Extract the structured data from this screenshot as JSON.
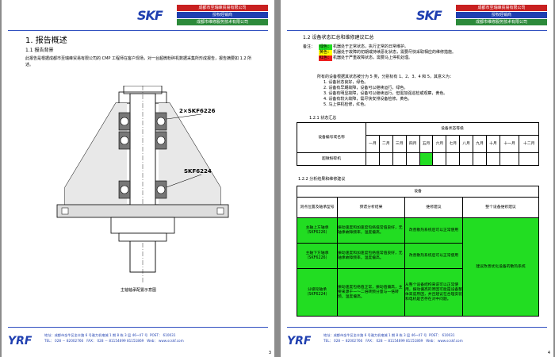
{
  "header": {
    "logo": "SKF",
    "line1": "成都市至瑞峰贸易有限公司",
    "line2": "授权经销商",
    "line3": "成都市维修服务技术有限公司"
  },
  "left": {
    "heading": "1.   报告概述",
    "subheading": "1.1  报告背景",
    "paragraph": "此报告是根据成都市至瑞峰贸易有限公司的 CMP 工程师在客户现场，对一台超微粉碎机数据采集所形成报告，报告摘要如 1.2 所述。",
    "label_top": "2×SKF6226",
    "label_bottom": "SKF6224",
    "caption": "主轴轴承配置示意图",
    "page_number": "3"
  },
  "right": {
    "section_heading": "1.2  设备状态汇总和维修建议汇总",
    "status_label": "备注：",
    "status_items": [
      {
        "tag": "绿色：",
        "text": "机器处于正常状态，执行正常的日常维护。",
        "color": "#22dd22"
      },
      {
        "tag": "黄色：",
        "text": "机器处于故障的初期或持续恶化状态，需要尽快采取相应的维修措施。",
        "color": "#ffff00"
      },
      {
        "tag": "红色：",
        "text": "机器处于严重故障状态，需要马上停机处理。",
        "color": "#ee2020"
      }
    ],
    "body_lines": [
      "所有的设备根据其状态被分为 5 类，分别标有 1、2、3、4 和 5，其意义为：",
      "1. 设备状态良好，绿色。",
      "2. 设备有早期故障，设备可以继续运行，绿色。",
      "3. 设备有明显故障，设备可以继续运行，但需加强巡检或观察，黄色。",
      "4. 设备有较大故障，需尽快安排设备检修，黄色。",
      "5. 马上停机检修，红色。"
    ],
    "sec_121": "1.2.1  状态汇总",
    "status_table": {
      "col_name": "设备编号或名称",
      "col_group": "设备状态等级",
      "months": [
        "一月",
        "二月",
        "三月",
        "四月",
        "五月",
        "六月",
        "七月",
        "八月",
        "九月",
        "十月",
        "十一月",
        "十二月"
      ],
      "machine": "超微粉碎机",
      "highlight_month_index": 4
    },
    "sec_122": "1.2.2  分析结果和维修建议",
    "analysis_table": {
      "title": "设备",
      "headers": [
        "测点位置及轴承型号",
        "频谱分析结果",
        "维修建议",
        "整个设备维修建议"
      ],
      "rows": [
        {
          "point": "主轴上方轴承（SKF6226）",
          "result": "振动速度和加速度包络值常值良好，无轴承故障频率，温度偏高。",
          "advice": "改善散热系统后可以正常使用"
        },
        {
          "point": "主轴下方轴承（SKF6226）",
          "result": "振动速度和加速度包络值常值良好，无轴承故障频率，温度偏高。",
          "advice": "改善散热系统后可以正常使用"
        },
        {
          "point": "分级轮轴承（SKF6224）",
          "result": "振动速度包络值正常，振动值偏高，主要来源于一～二倍转频分量与一倍转频，温度偏高。",
          "advice": "从整个设备结构来说可以正常使用，振动偏高的原因可能是设备整体高度原因，并且建议在合理安装和电机是否存在对中问题。"
        }
      ],
      "overall": "建议改善优化设备的散热系统"
    },
    "page_number": "4"
  },
  "footer": {
    "logo": "YRF",
    "address": "地址：成都市金牛区金丰路 6 号雅力机电城 1 期 8 栋 3 层 46~47 号",
    "postcode": "POST：   610031",
    "tel": "TEL：   028 － 82002766",
    "fax": "FAX：   028 － 81154699 81151869",
    "web": "Web：   www.scskf.com"
  }
}
